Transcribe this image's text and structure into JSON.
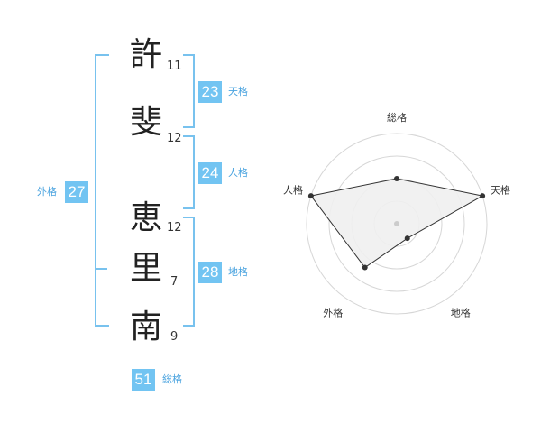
{
  "name_chars": [
    {
      "char": "許",
      "strokes": "11"
    },
    {
      "char": "斐",
      "strokes": "12"
    },
    {
      "char": "恵",
      "strokes": "12"
    },
    {
      "char": "里",
      "strokes": "7"
    },
    {
      "char": "南",
      "strokes": "9"
    }
  ],
  "kaku": {
    "tenkaku": {
      "value": "23",
      "label": "天格"
    },
    "jinkaku": {
      "value": "24",
      "label": "人格"
    },
    "chikaku": {
      "value": "28",
      "label": "地格"
    },
    "gaikaku": {
      "value": "27",
      "label": "外格"
    },
    "soukaku": {
      "value": "51",
      "label": "総格"
    }
  },
  "colors": {
    "accent": "#72c4f2",
    "bracket": "#78c2ee",
    "label": "#4aa3df"
  },
  "chart_data": {
    "type": "radar",
    "axes": [
      "総格",
      "天格",
      "地格",
      "外格",
      "人格"
    ],
    "values": [
      0.5,
      1.0,
      0.2,
      0.6,
      1.0
    ],
    "max": 1.0,
    "rings": 4
  }
}
